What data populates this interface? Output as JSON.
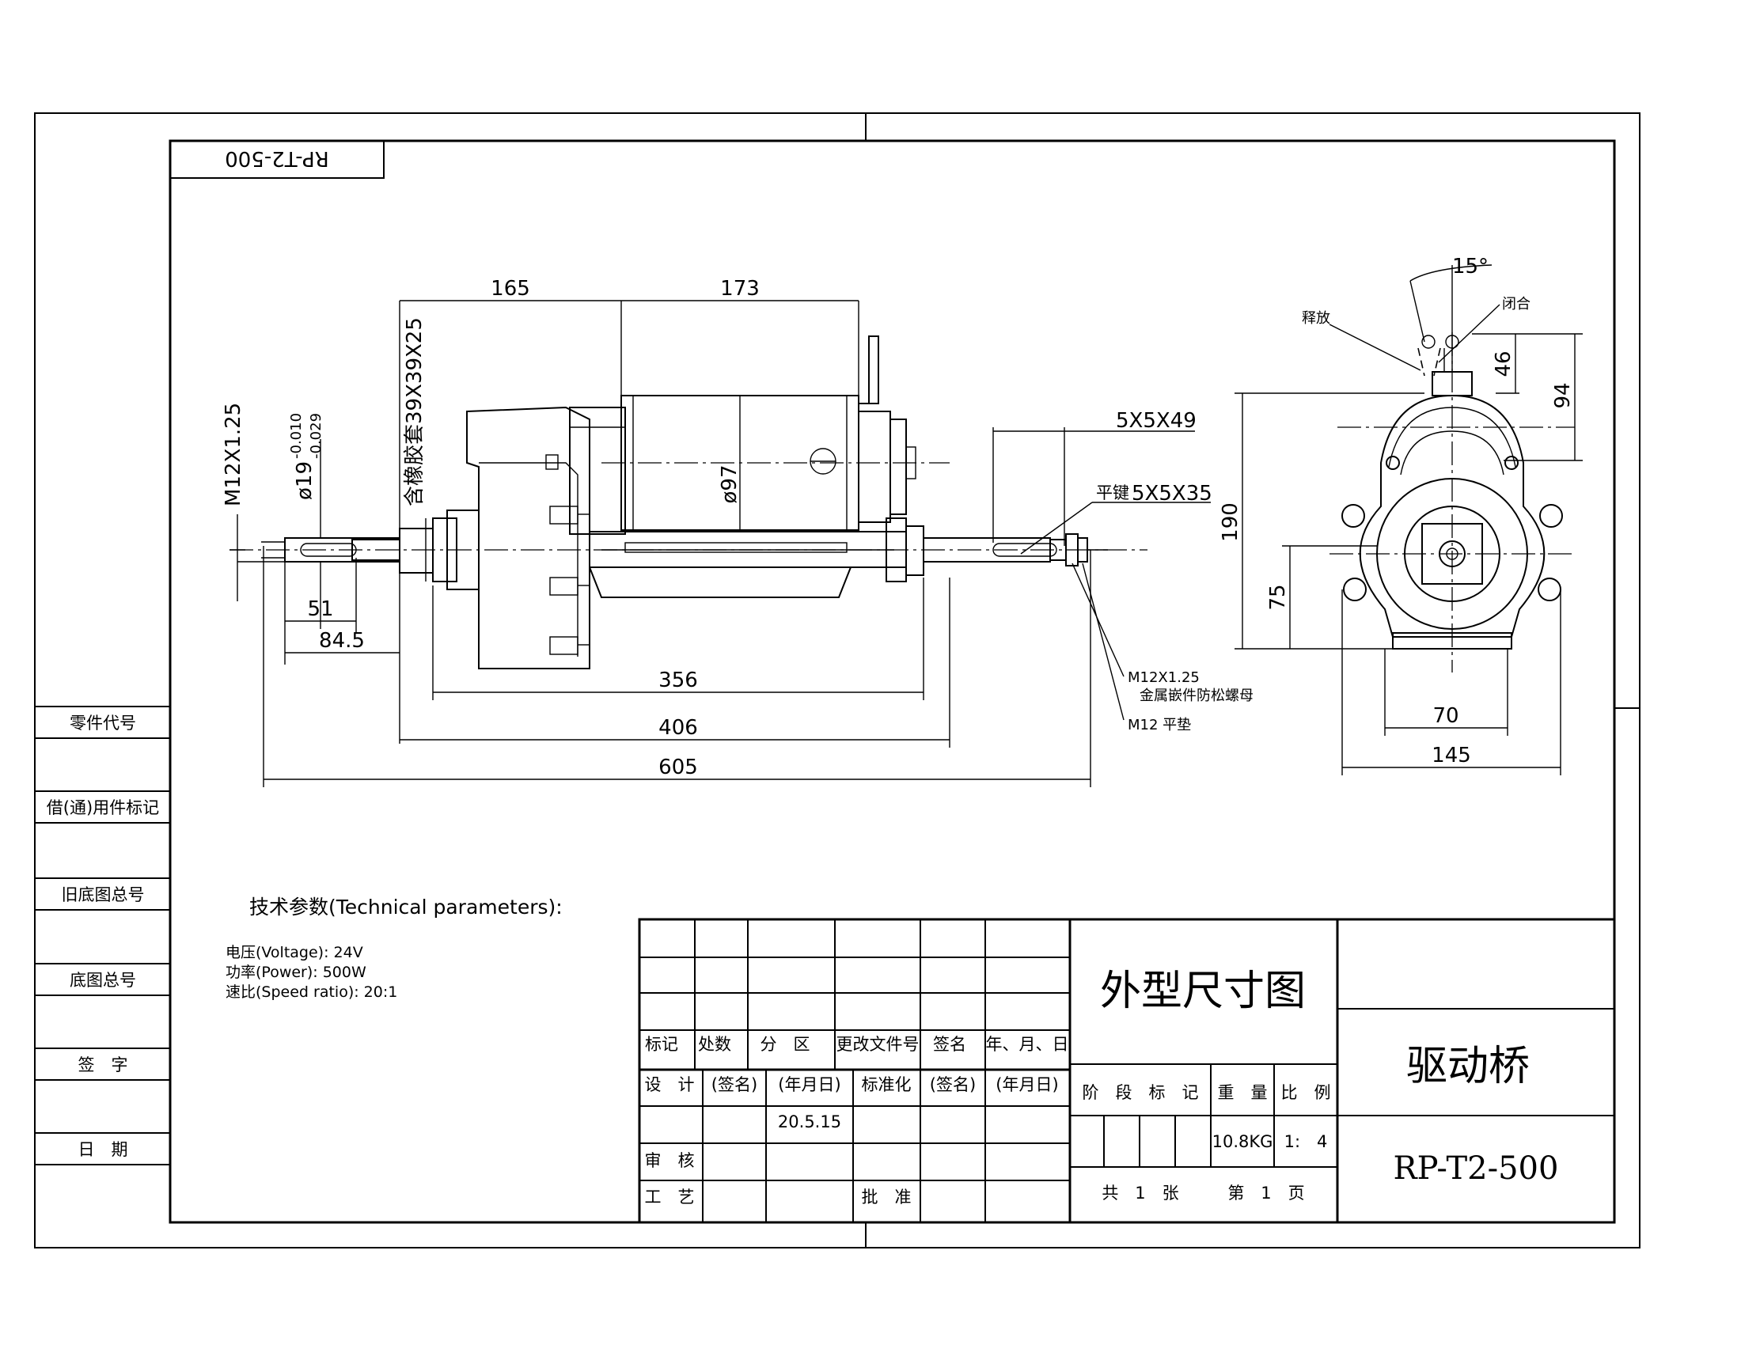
{
  "drawing_number_mirrored": "RP-T2-500",
  "side_panel": {
    "part_code": "零件代号",
    "borrowed_mark": "借(通)用件标记",
    "old_base_no": "旧底图总号",
    "base_no": "底图总号",
    "signature": "签　字",
    "date": "日　期"
  },
  "front_view": {
    "dim_165": "165",
    "dim_173": "173",
    "dim_m12x125": "M12X1.25",
    "dim_phi19": "ø19",
    "dim_tol_upper": "-0.010",
    "dim_tol_lower": "-0.029",
    "dim_rubber": "含橡胶套39X39X25",
    "dim_phi97": "ø97",
    "dim_key1": "5X5X49",
    "dim_key2_prefix": "平键",
    "dim_key2": "5X5X35",
    "dim_51": "51",
    "dim_845": "84.5",
    "dim_356": "356",
    "dim_406": "406",
    "dim_605": "605",
    "note_nut": "M12X1.25",
    "note_nut_desc": "金属嵌件防松螺母",
    "note_washer": "M12 平垫"
  },
  "side_view": {
    "dim_15deg": "15°",
    "label_release": "释放",
    "label_close": "闭合",
    "dim_46": "46",
    "dim_94": "94",
    "dim_190": "190",
    "dim_75": "75",
    "dim_70": "70",
    "dim_145": "145"
  },
  "tech_params": {
    "heading": "技术参数(Technical parameters):",
    "voltage": "电压(Voltage): 24V",
    "power": "功率(Power): 500W",
    "ratio": "速比(Speed ratio): 20:1"
  },
  "title_block": {
    "headers": [
      "标记",
      "处数",
      "分　区",
      "更改文件号",
      "签名",
      "年、月、日"
    ],
    "design": "设　计",
    "sign1": "(签名)",
    "date1": "(年月日)",
    "standardize": "标准化",
    "sign2": "(签名)",
    "date2": "(年月日)",
    "date_value": "20.5.15",
    "review": "审　核",
    "process": "工　艺",
    "approve": "批　准",
    "drawing_title": "外型尺寸图",
    "stage_mark": "阶　段　标　记",
    "weight_label": "重　量",
    "scale_label": "比　例",
    "weight_value": "10.8KG",
    "scale_value": "1:　4",
    "sheets_total": "共　1　张",
    "sheet_no": "第　1　页",
    "part_name": "驱动桥",
    "drawing_no": "RP-T2-500"
  }
}
